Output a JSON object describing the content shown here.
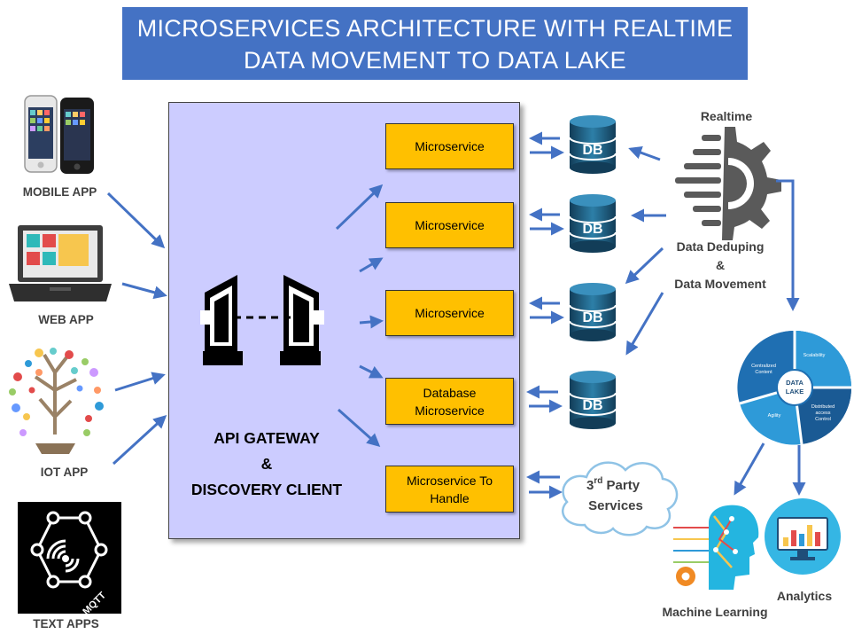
{
  "title": {
    "line1": "MICROSERVICES ARCHITECTURE WITH REALTIME",
    "line2": "DATA MOVEMENT TO DATA LAKE"
  },
  "clients": {
    "mobile": "MOBILE APP",
    "web": "WEB APP",
    "iot": "IOT APP",
    "text": "TEXT APPS",
    "mqtt_logo_text": "MQTT"
  },
  "gateway": {
    "line1": "API GATEWAY",
    "line2": "&",
    "line3": "DISCOVERY CLIENT"
  },
  "services": {
    "ms1": "Microservice",
    "ms2": "Microservice",
    "ms3": "Microservice",
    "db_ms_line1": "Database",
    "db_ms_line2": "Microservice",
    "handle_line1": "Microservice To",
    "handle_line2": "Handle"
  },
  "db_label": "DB",
  "third_party": {
    "prefix": "3",
    "sup": "rd",
    "rest": " Party",
    "line2": "Services"
  },
  "dedup": {
    "realtime": "Realtime",
    "line1": "Data Deduping",
    "line2": "&",
    "line3": "Data Movement"
  },
  "data_lake": {
    "center_line1": "DATA",
    "center_line2": "LAKE",
    "scalability": "Scalability",
    "centralized_line1": "Centralized",
    "centralized_line2": "Content",
    "agility": "Agility",
    "distributed_line1": "Distributed",
    "distributed_line2": "access",
    "distributed_line3": "Control"
  },
  "outputs": {
    "ml": "Machine Learning",
    "analytics": "Analytics"
  },
  "colors": {
    "title_bg": "#4472c4",
    "gateway_bg": "#ccccff",
    "service_bg": "#ffc000",
    "arrow": "#4472c4",
    "db_fill": "#1f5f86",
    "db_dark": "#123d58",
    "gear": "#5a5a5a",
    "lake_blue": "#1f6fb2",
    "lake_light": "#2e9ad8"
  }
}
